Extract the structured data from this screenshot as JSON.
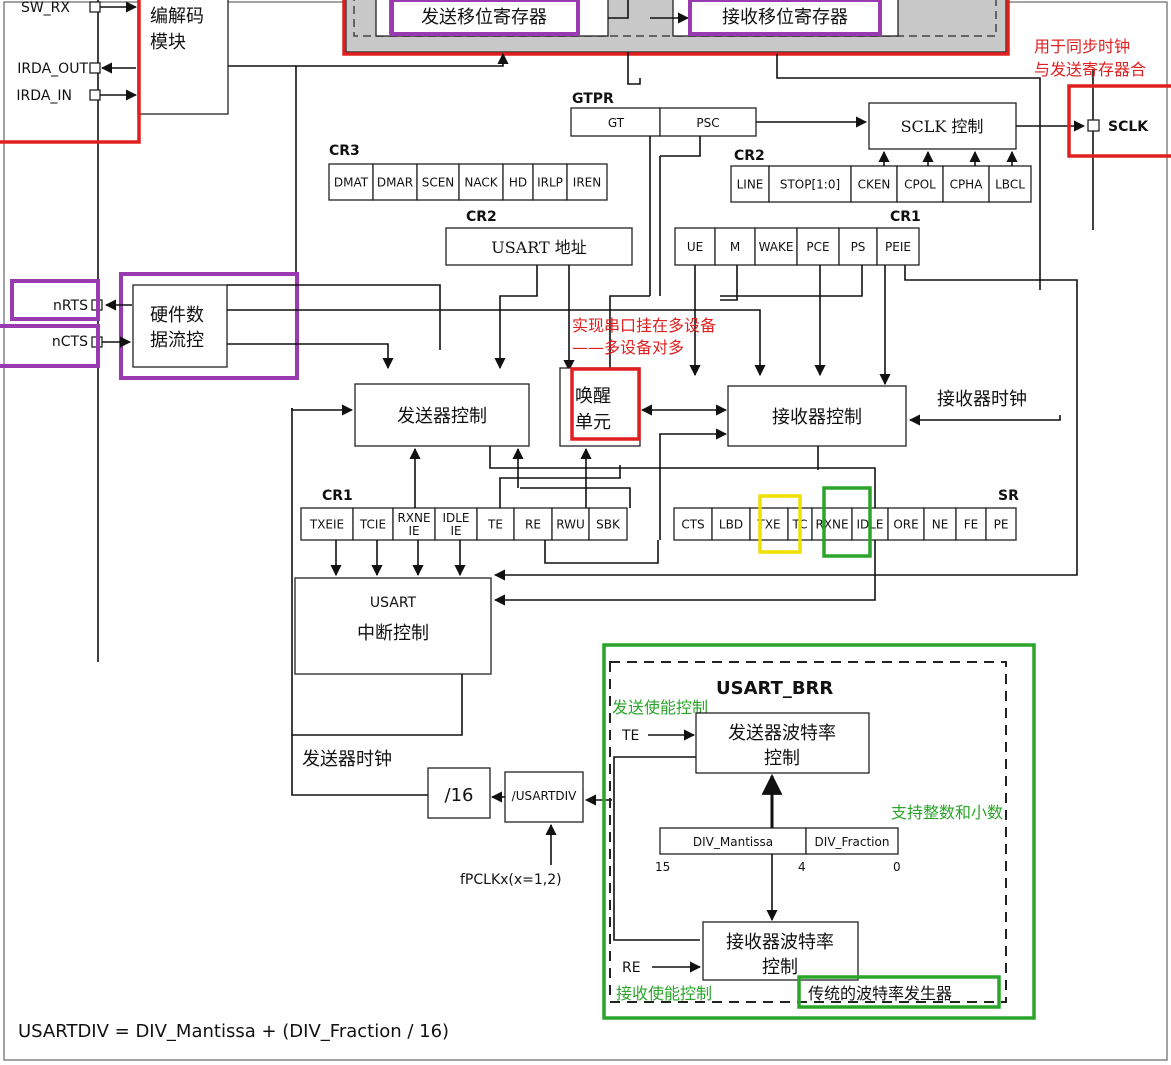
{
  "pins": {
    "sw_rx": "SW_RX",
    "irda_out": "IRDA_OUT",
    "irda_in": "IRDA_IN",
    "nrts": "nRTS",
    "ncts": "nCTS",
    "sclk": "SCLK"
  },
  "blocks": {
    "irda_codec_1": "编解码",
    "irda_codec_2": "模块",
    "tx_shift": "发送移位寄存器",
    "rx_shift": "接收移位寄存器",
    "gtpr": "GTPR",
    "gt": "GT",
    "psc": "PSC",
    "sclk_ctrl": "SCLK 控制",
    "usart_addr": "USART 地址",
    "hw_flow_1": "硬件数",
    "hw_flow_2": "据流控",
    "tx_ctrl": "发送器控制",
    "wakeup_1": "唤醒",
    "wakeup_2": "单元",
    "rx_ctrl": "接收器控制",
    "rx_clock": "接收器时钟",
    "usart_int_1": "USART",
    "usart_int_2": "中断控制",
    "tx_clock": "发送器时钟",
    "div16": "/16",
    "usartdiv": "/USARTDIV",
    "fpclk": "fPCLKx(x=1,2)",
    "usart_brr": "USART_BRR",
    "tx_baud_1": "发送器波特率",
    "tx_baud_2": "控制",
    "rx_baud_1": "接收器波特率",
    "rx_baud_2": "控制",
    "div_mantissa": "DIV_Mantissa",
    "div_fraction": "DIV_Fraction",
    "bit15": "15",
    "bit4": "4",
    "bit0": "0",
    "te": "TE",
    "re": "RE",
    "formula": "USARTDIV = DIV_Mantissa + (DIV_Fraction / 16)"
  },
  "registers": {
    "cr3": {
      "name": "CR3",
      "bits": [
        "DMAT",
        "DMAR",
        "SCEN",
        "NACK",
        "HD",
        "IRLP",
        "IREN"
      ]
    },
    "cr2_top": {
      "name": "CR2",
      "bits": [
        "LINE",
        "STOP[1:0]",
        "CKEN",
        "CPOL",
        "CPHA",
        "LBCL"
      ]
    },
    "cr2_addr": {
      "name": "CR2"
    },
    "cr1_top": {
      "name": "CR1",
      "bits": [
        "UE",
        "M",
        "WAKE",
        "PCE",
        "PS",
        "PEIE"
      ]
    },
    "cr1_bottom": {
      "name": "CR1",
      "bits": [
        "TXEIE",
        "TCIE",
        "RXNE IE",
        "IDLE IE",
        "TE",
        "RE",
        "RWU",
        "SBK"
      ]
    },
    "sr": {
      "name": "SR",
      "bits": [
        "CTS",
        "LBD",
        "TXE",
        "TC",
        "RXNE",
        "IDLE",
        "ORE",
        "NE",
        "FE",
        "PE"
      ]
    }
  },
  "annotations": {
    "sync_clock_1": "用于同步时钟",
    "sync_clock_2": "与发送寄存器合",
    "multi_device_1": "实现串口挂在多设备",
    "multi_device_2": "——多设备对多",
    "tx_enable": "发送使能控制",
    "rx_enable": "接收使能控制",
    "int_frac": "支持整数和小数",
    "traditional_baud": "传统的波特率发生器"
  },
  "colors": {
    "red": "#e0201e",
    "purple": "#9a3ab0",
    "green": "#2aa52a",
    "yellow": "#f0e000"
  }
}
